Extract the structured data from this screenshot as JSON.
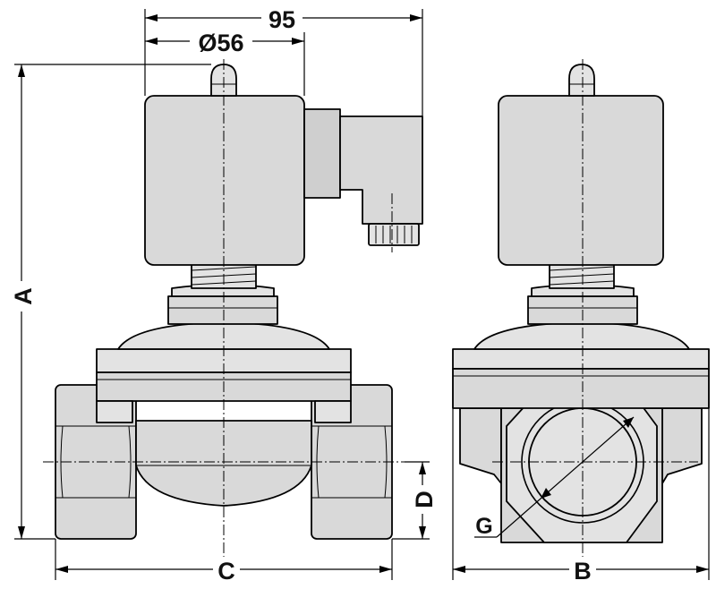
{
  "labels": {
    "overall_width": "95",
    "coil_diameter": "Ø56",
    "height": "A",
    "port_offset": "D",
    "body_length": "C",
    "body_width": "B",
    "thread": "G"
  }
}
